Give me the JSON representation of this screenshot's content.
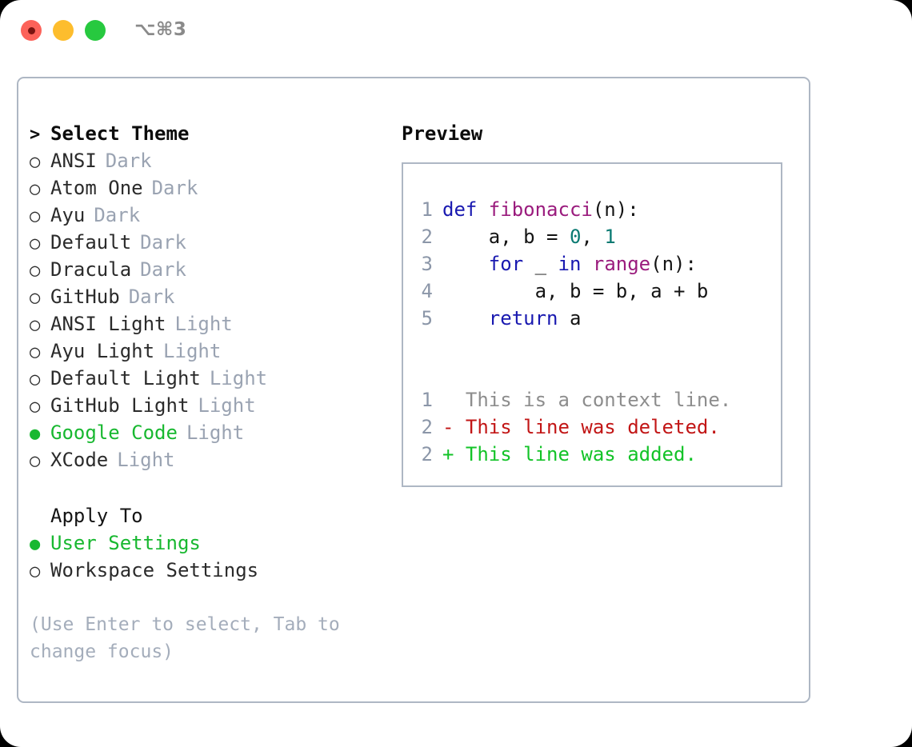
{
  "window": {
    "shortcut": "⌥⌘3",
    "traffic_lights": [
      {
        "name": "close",
        "color": "#fc6259"
      },
      {
        "name": "minimize",
        "color": "#fdbd2d"
      },
      {
        "name": "maximize",
        "color": "#27c93f"
      }
    ]
  },
  "theme_list": {
    "header": {
      "prefix": ">",
      "label": "Select Theme"
    },
    "items": [
      {
        "prefix": "○",
        "label": "ANSI",
        "variant": "Dark",
        "selected": false
      },
      {
        "prefix": "○",
        "label": "Atom One",
        "variant": "Dark",
        "selected": false
      },
      {
        "prefix": "○",
        "label": "Ayu",
        "variant": "Dark",
        "selected": false
      },
      {
        "prefix": "○",
        "label": "Default",
        "variant": "Dark",
        "selected": false
      },
      {
        "prefix": "○",
        "label": "Dracula",
        "variant": "Dark",
        "selected": false
      },
      {
        "prefix": "○",
        "label": "GitHub",
        "variant": "Dark",
        "selected": false
      },
      {
        "prefix": "○",
        "label": "ANSI Light",
        "variant": "Light",
        "selected": false
      },
      {
        "prefix": "○",
        "label": "Ayu Light",
        "variant": "Light",
        "selected": false
      },
      {
        "prefix": "○",
        "label": "Default Light",
        "variant": "Light",
        "selected": false
      },
      {
        "prefix": "○",
        "label": "GitHub Light",
        "variant": "Light",
        "selected": false
      },
      {
        "prefix": "●",
        "label": "Google Code",
        "variant": "Light",
        "selected": true
      },
      {
        "prefix": "○",
        "label": "XCode",
        "variant": "Light",
        "selected": false
      }
    ]
  },
  "apply_to": {
    "header": "Apply To",
    "items": [
      {
        "prefix": "●",
        "label": "User Settings",
        "selected": true
      },
      {
        "prefix": "○",
        "label": "Workspace Settings",
        "selected": false
      }
    ]
  },
  "hint": "(Use Enter to select, Tab to change focus)",
  "preview": {
    "title": "Preview",
    "code_lines": [
      {
        "lineno": "1",
        "tokens": [
          {
            "text": "def ",
            "type": "kw"
          },
          {
            "text": "fibonacci",
            "type": "fn"
          },
          {
            "text": "(n):",
            "type": "plain"
          }
        ]
      },
      {
        "lineno": "2",
        "tokens": [
          {
            "text": "    a, b = ",
            "type": "plain"
          },
          {
            "text": "0",
            "type": "num"
          },
          {
            "text": ", ",
            "type": "plain"
          },
          {
            "text": "1",
            "type": "num"
          }
        ]
      },
      {
        "lineno": "3",
        "tokens": [
          {
            "text": "    ",
            "type": "plain"
          },
          {
            "text": "for",
            "type": "kw"
          },
          {
            "text": " _ ",
            "type": "plain"
          },
          {
            "text": "in",
            "type": "kw"
          },
          {
            "text": " ",
            "type": "plain"
          },
          {
            "text": "range",
            "type": "fn"
          },
          {
            "text": "(n):",
            "type": "plain"
          }
        ]
      },
      {
        "lineno": "4",
        "tokens": [
          {
            "text": "        a, b = b, a + b",
            "type": "plain"
          }
        ]
      },
      {
        "lineno": "5",
        "tokens": [
          {
            "text": "    ",
            "type": "plain"
          },
          {
            "text": "return",
            "type": "kw"
          },
          {
            "text": " a",
            "type": "plain"
          }
        ]
      }
    ],
    "diff_lines": [
      {
        "lineno": "1",
        "marker": " ",
        "text": " This is a context line.",
        "type": "ctx"
      },
      {
        "lineno": "2",
        "marker": "-",
        "text": " This line was deleted.",
        "type": "del"
      },
      {
        "lineno": "2",
        "marker": "+",
        "text": " This line was added.",
        "type": "add"
      }
    ]
  },
  "colors": {
    "accent_green": "#18b830",
    "muted": "#9aa3b2",
    "border": "#aeb7c4",
    "keyword": "#1919b0",
    "function": "#9a1b7d",
    "number": "#0a7a72",
    "diff_add": "#13c328",
    "diff_del": "#c21616",
    "diff_ctx": "#8d8d8d"
  }
}
